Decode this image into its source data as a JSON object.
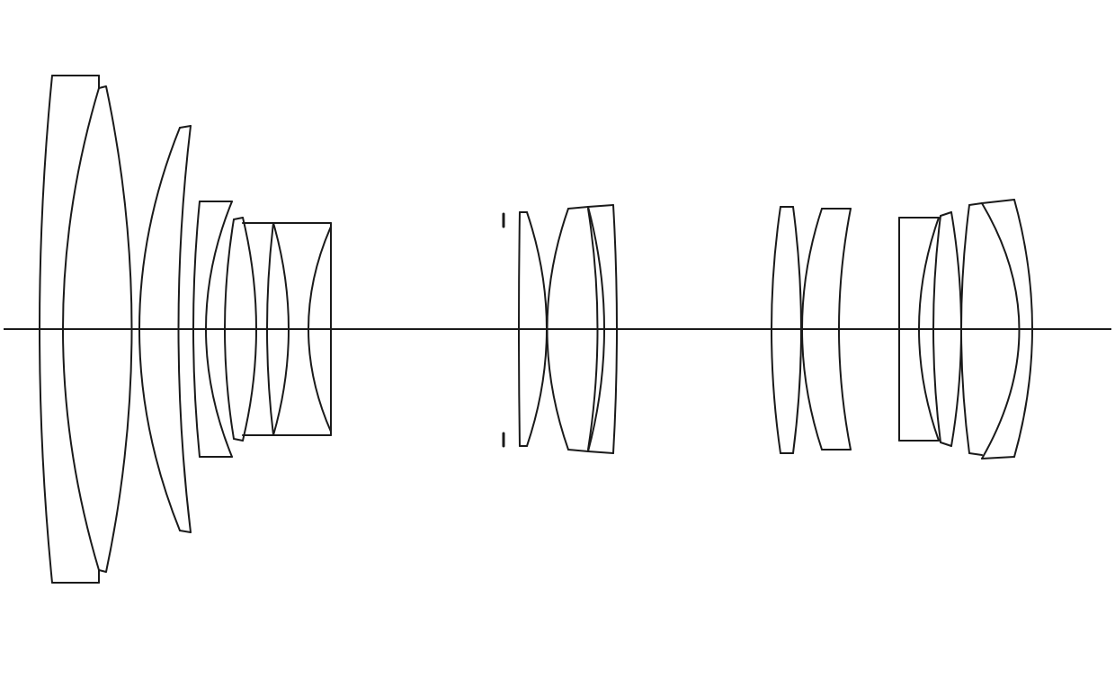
{
  "diagram": {
    "type": "optical-lens-cross-section",
    "background": "#ffffff",
    "line_color": "#1a1a1a",
    "axis_color": "#1a1a1a",
    "lens_groups": [
      {
        "name": "front-group",
        "element_count": 6
      },
      {
        "name": "middle-group",
        "element_count": 2
      },
      {
        "name": "rear-group-a",
        "element_count": 2
      },
      {
        "name": "rear-group-b",
        "element_count": 4
      }
    ],
    "has_aperture_stop": true
  }
}
